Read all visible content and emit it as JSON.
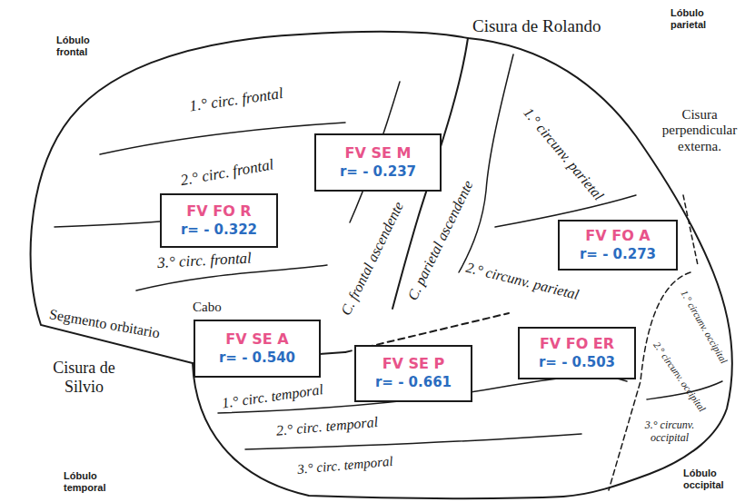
{
  "diagram": {
    "nodes": [
      {
        "text": [
          "FV SE M",
          "r= - 0.237"
        ]
      },
      {
        "text": [
          "FV FO R",
          "r= - 0.322"
        ]
      },
      {
        "text": [
          "FV FO A",
          "r= - 0.273"
        ]
      },
      {
        "text": [
          "FV SE A",
          "r= - 0.540"
        ]
      },
      {
        "text": [
          "FV SE P",
          "r= - 0.661"
        ]
      },
      {
        "text": [
          "FV FO ER",
          "r= - 0.503"
        ]
      }
    ],
    "labels": [
      "Lóbulo frontal",
      "Lóbulo parietal",
      "Cisura de Rolando",
      "1.° circ. frontal",
      "2.° circ. frontal",
      "3.° circ. frontal",
      "C. frontal ascendente",
      "C. parietal ascendente",
      "1.° circunv. parietal",
      "Cisura perpendicular externa.",
      "2.° circunv. parietal",
      "Segmento orbitario",
      "Cabo",
      "Cisura de Silvio",
      "1.° circ. temporal",
      "2.° circ. temporal",
      "3.° circ. temporal",
      "1.° circunv. occipital",
      "2.° circunv. occipital",
      "3.° circunv. occipital",
      "Lóbulo temporal",
      "Lóbulo occipital"
    ]
  }
}
